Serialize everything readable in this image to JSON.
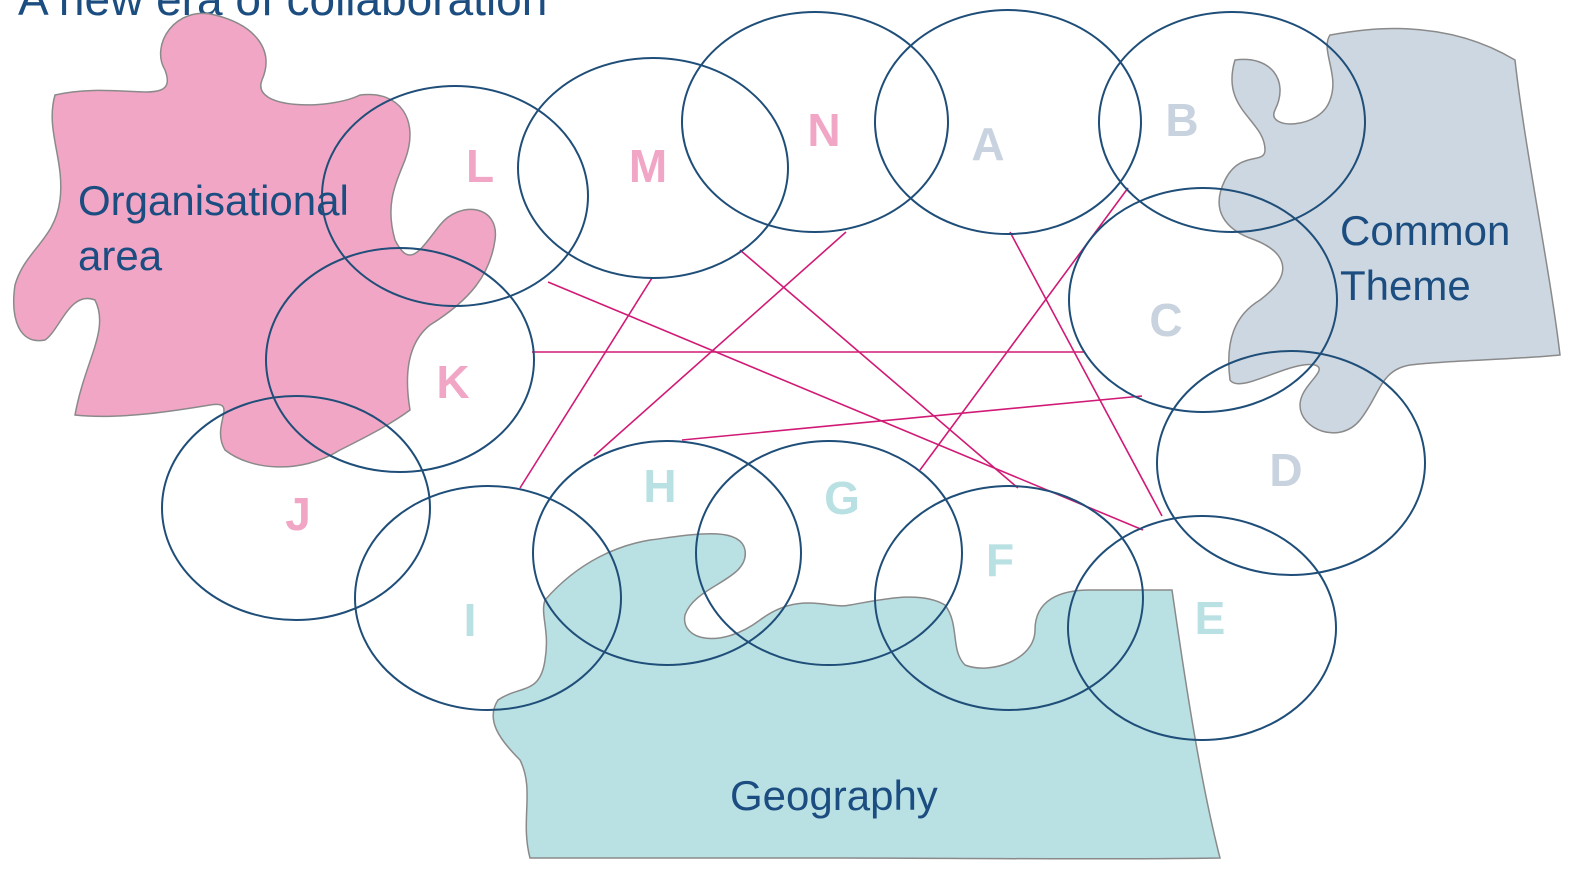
{
  "title": "A new era of collaboration",
  "pieces": {
    "organisational": {
      "lines": [
        "Organisational",
        "area"
      ],
      "color": "#f2a6c6"
    },
    "common_theme": {
      "lines": [
        "Common",
        "Theme"
      ],
      "color": "#cdd7e1"
    },
    "geography": {
      "lines": [
        "Geography"
      ],
      "color": "#b9e0e3"
    }
  },
  "nodes": [
    {
      "id": "L",
      "label": "L",
      "color": "#f2a6c6"
    },
    {
      "id": "M",
      "label": "M",
      "color": "#f2a6c6"
    },
    {
      "id": "N",
      "label": "N",
      "color": "#f2a6c6"
    },
    {
      "id": "A",
      "label": "A",
      "color": "#c8d3df"
    },
    {
      "id": "B",
      "label": "B",
      "color": "#c8d3df"
    },
    {
      "id": "C",
      "label": "C",
      "color": "#c8d3df"
    },
    {
      "id": "D",
      "label": "D",
      "color": "#c8d3df"
    },
    {
      "id": "E",
      "label": "E",
      "color": "#b9e0e3"
    },
    {
      "id": "F",
      "label": "F",
      "color": "#b9e0e3"
    },
    {
      "id": "G",
      "label": "G",
      "color": "#b9e0e3"
    },
    {
      "id": "H",
      "label": "H",
      "color": "#b9e0e3"
    },
    {
      "id": "I",
      "label": "I",
      "color": "#b9e0e3"
    },
    {
      "id": "J",
      "label": "J",
      "color": "#f2a6c6"
    },
    {
      "id": "K",
      "label": "K",
      "color": "#f2a6c6"
    }
  ],
  "links": [
    [
      "L",
      "E"
    ],
    [
      "K",
      "C"
    ],
    [
      "M",
      "I"
    ],
    [
      "N",
      "H"
    ],
    [
      "M",
      "F"
    ],
    [
      "A",
      "E"
    ],
    [
      "B",
      "G"
    ],
    [
      "D",
      "H"
    ]
  ],
  "colors": {
    "ring": "#1f4e79",
    "link": "#d11a75",
    "text": "#1b4d80"
  }
}
